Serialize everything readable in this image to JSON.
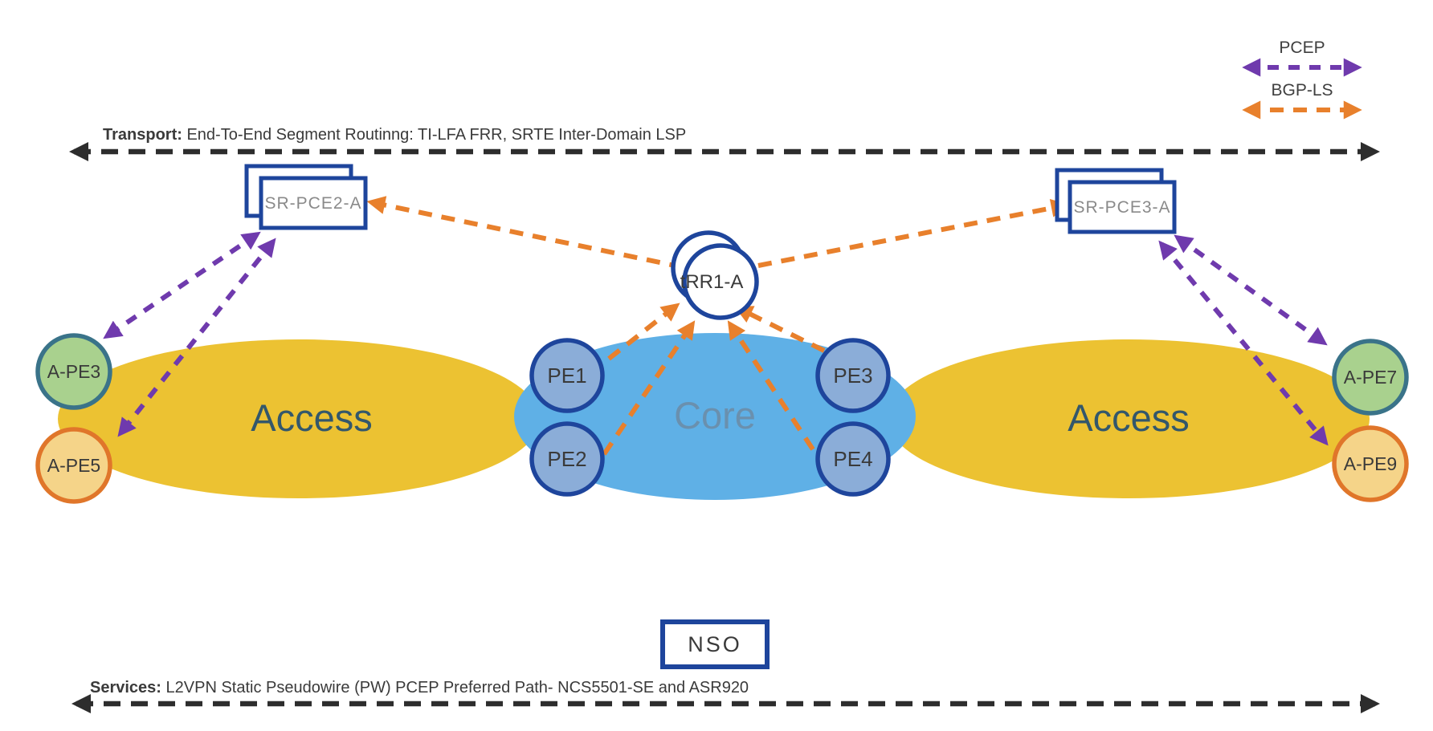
{
  "colors": {
    "node-blue": "#1e459c",
    "pe-fill": "#8badd8",
    "core-fill": "#5fb0e6",
    "core-text": "#6a90ae",
    "access-fill": "#ecc232",
    "access-text": "#33576b",
    "green-fill": "#a9d18e",
    "green-border": "#3a7389",
    "tan-fill": "#f5d489",
    "orange-border": "#e0762a",
    "pcep-purple": "#6f3aad",
    "bgpls-orange": "#e8802c",
    "line-black": "#2d2d2d",
    "text-dark": "#3a3a3a",
    "text-gray": "#8a8a8a"
  },
  "legend": {
    "items": [
      {
        "label": "PCEP",
        "color": "#6f3aad",
        "style": "dashed-double-arrow"
      },
      {
        "label": "BGP-LS",
        "color": "#e8802c",
        "style": "dashed-double-arrow"
      }
    ]
  },
  "transport": {
    "prefix": "Transport:",
    "text": "End-To-End Segment Routinng: TI-LFA FRR, SRTE Inter-Domain LSP"
  },
  "services": {
    "prefix": "Services:",
    "text": "L2VPN Static Pseudowire (PW) PCEP Preferred Path-  NCS5501-SE and ASR920"
  },
  "regions": {
    "access_left": "Access",
    "core": "Core",
    "access_right": "Access"
  },
  "nodes": {
    "sr_pce2": "SR-PCE2-A",
    "sr_pce3": "SR-PCE3-A",
    "trr": "tRR1-A",
    "nso": "NSO",
    "pe1": "PE1",
    "pe2": "PE2",
    "pe3": "PE3",
    "pe4": "PE4",
    "ape3": "A-PE3",
    "ape5": "A-PE5",
    "ape7": "A-PE7",
    "ape9": "A-PE9"
  }
}
